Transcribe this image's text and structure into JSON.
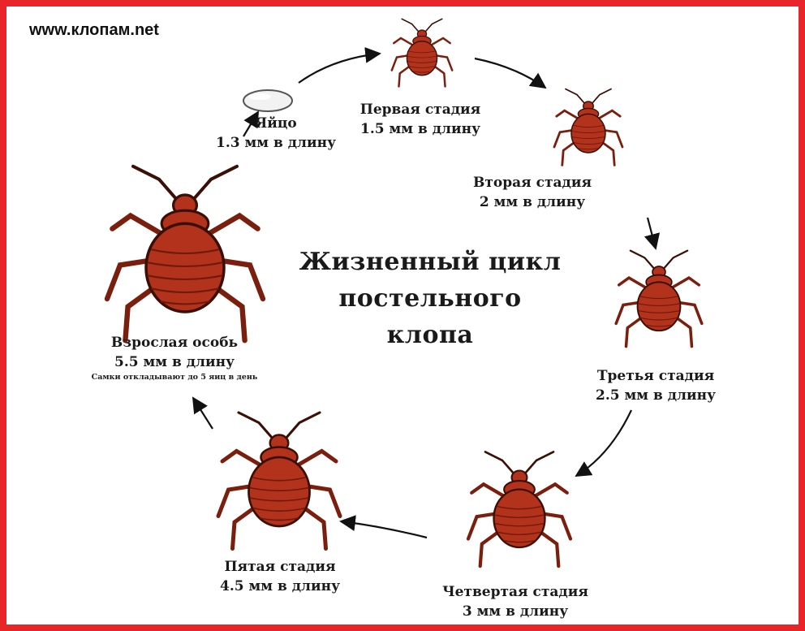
{
  "site": "www.клопам.net",
  "title": {
    "line1": "Жизненный цикл",
    "line2": "постельного клопа"
  },
  "stages": {
    "egg": {
      "name": "Яйцо",
      "size": "1.3 мм в длину"
    },
    "first": {
      "name": "Первая стадия",
      "size": "1.5 мм в длину"
    },
    "second": {
      "name": "Вторая стадия",
      "size": "2 мм в длину"
    },
    "third": {
      "name": "Третья стадия",
      "size": "2.5 мм в длину"
    },
    "fourth": {
      "name": "Четвертая стадия",
      "size": "3 мм в длину"
    },
    "fifth": {
      "name": "Пятая стадия",
      "size": "4.5 мм в длину"
    },
    "adult": {
      "name": "Взрослая особь",
      "size": "5.5 мм в длину",
      "note": "Самки откладывают до 5 яиц в день"
    }
  },
  "colors": {
    "frame": "#e8262a",
    "bug_body": "#b2321c",
    "bug_outline": "#3a0f06",
    "text": "#1a1a1a"
  }
}
